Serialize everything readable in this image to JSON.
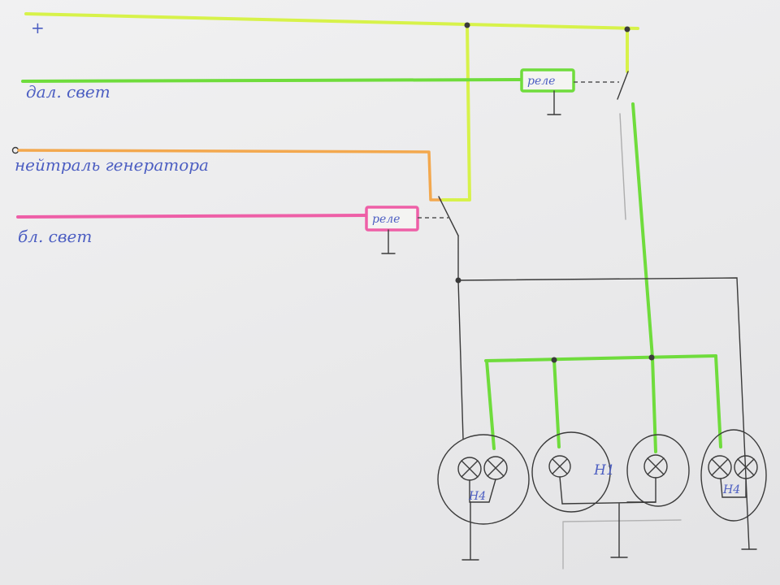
{
  "labels": {
    "plus": "+",
    "high_beam": "дал. свет",
    "generator_neutral": "нейтраль генератора",
    "low_beam": "бл. свет",
    "relay_top": "реле",
    "relay_bottom": "реле",
    "lamp_left": "Н4",
    "lamp_center": "Н1",
    "lamp_right": "Н4"
  },
  "colors": {
    "positive": "#d7f24a",
    "high_beam": "#6fdc3c",
    "neutral": "#f3a84e",
    "low_beam": "#ee5fa7",
    "pencil": "#3a3a3a",
    "ink": "#4c5ec2"
  }
}
